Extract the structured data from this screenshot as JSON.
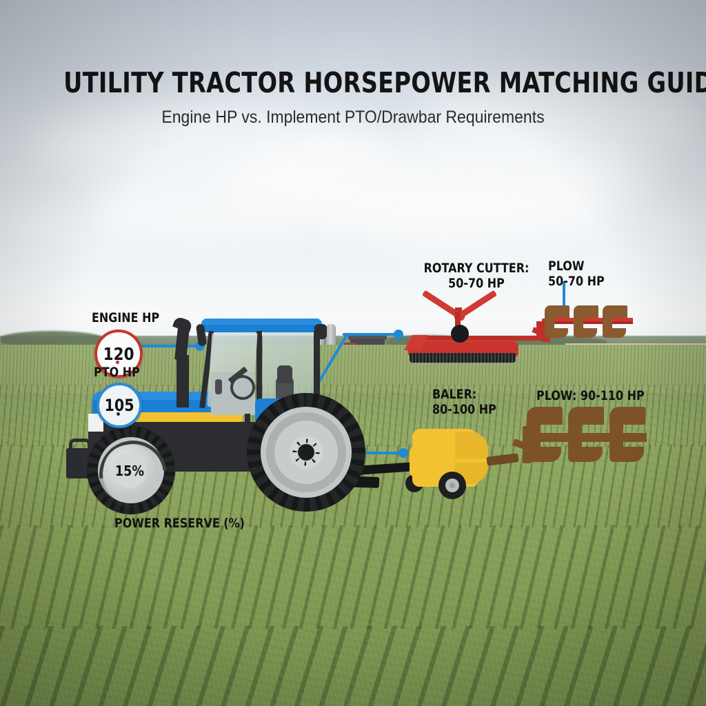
{
  "header": {
    "title": "UTILITY TRACTOR HORSEPOWER MATCHING GUIDE",
    "subtitle": "Engine HP vs. Implement PTO/Drawbar Requirements"
  },
  "badges": {
    "engine": {
      "caption": "ENGINE HP",
      "value": "120",
      "ring_color": "#c8352f"
    },
    "pto": {
      "caption": "PTO HP",
      "value": "105",
      "ring_color": "#2c8cd2"
    },
    "power_reserve": {
      "caption": "POWER RESERVE (%)",
      "value": "15%",
      "arc_color": "#3a3f3c"
    }
  },
  "implements": [
    {
      "id": "rotary-cutter",
      "label": "ROTARY CUTTER:",
      "spec": "50-70 HP",
      "color": "#cf3a32"
    },
    {
      "id": "plow-upper",
      "label": "PLOW",
      "spec": "50-70 HP",
      "color": "#8a5a30"
    },
    {
      "id": "baler",
      "label": "BALER:",
      "spec": "80-100 HP",
      "color": "#f2c230"
    },
    {
      "id": "plow-lower",
      "label": "PLOW: 90-110 HP",
      "spec": "",
      "color": "#7d5228"
    }
  ],
  "tractor": {
    "body_color": "#1b7fd4",
    "accent_color": "#f2c230",
    "chassis_color": "#2b2d30",
    "wheel_color": "#242628",
    "rim_color": "#c3c7c8"
  },
  "scene": {
    "sky_color": "#dce4ea",
    "field_color": "#8da368",
    "soil_color": "#c9b78d",
    "connector_color": "#1f8ad6"
  }
}
